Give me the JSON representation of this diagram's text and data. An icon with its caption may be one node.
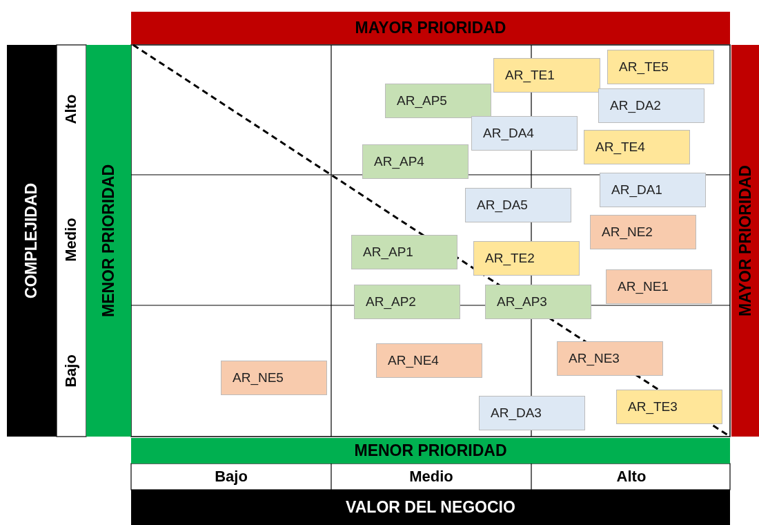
{
  "diagram": {
    "nodes": [
      {
        "text": [
          "MAYOR PRIORIDAD"
        ]
      },
      {
        "text": [
          "COMPLEJIDAD"
        ]
      },
      {
        "text": [
          "MENOR PRIORIDAD"
        ]
      },
      {
        "text": [
          "MAYOR PRIORIDAD"
        ]
      },
      {
        "text": [
          "AR_TE5"
        ]
      },
      {
        "text": [
          "AR_TE1"
        ]
      },
      {
        "text": [
          "AR_AP5"
        ]
      },
      {
        "text": [
          "AR_DA2"
        ]
      },
      {
        "text": [
          "AR_DA4"
        ]
      },
      {
        "text": [
          "AR_TE4"
        ]
      },
      {
        "text": [
          "AR_AP4"
        ]
      },
      {
        "text": [
          "AR_DA1"
        ]
      },
      {
        "text": [
          "AR_DA5"
        ]
      },
      {
        "text": [
          "AR_NE2"
        ]
      },
      {
        "text": [
          "AR_AP1"
        ]
      },
      {
        "text": [
          "AR_TE2"
        ]
      },
      {
        "text": [
          "AR_NE1"
        ]
      },
      {
        "text": [
          "AR_AP2"
        ]
      },
      {
        "text": [
          "AR_AP3"
        ]
      },
      {
        "text": [
          "AR_NE3"
        ]
      },
      {
        "text": [
          "AR_NE4"
        ]
      },
      {
        "text": [
          "AR_NE5"
        ]
      },
      {
        "text": [
          "AR_TE3"
        ]
      },
      {
        "text": [
          "AR_DA3"
        ]
      },
      {
        "text": [
          "MENOR PRIORIDAD"
        ]
      },
      {
        "text": [
          "VALOR DEL NEGOCIO"
        ]
      }
    ],
    "labels": [
      "Alto",
      "Medio",
      "Bajo",
      "Bajo",
      "Medio",
      "Alto"
    ]
  }
}
